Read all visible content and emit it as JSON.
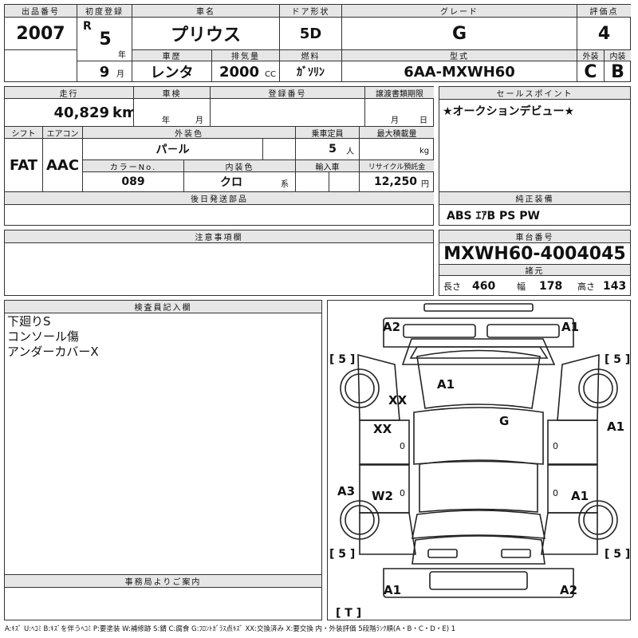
{
  "sheet": {
    "lot_label": "出品番号",
    "lot_value": "2007",
    "first_reg_label": "初度登録",
    "era": "R",
    "first_reg_year": "5",
    "year_unit": "年",
    "first_reg_month": "9",
    "month_unit": "月",
    "car_name_label": "車名",
    "car_name": "プリウス",
    "door_label": "ドア形状",
    "door": "5D",
    "grade_label": "グレード",
    "grade": "G",
    "rating_label": "評価点",
    "rating": "4",
    "exterior_label": "外装",
    "interior_label": "内装",
    "exterior": "C",
    "interior": "B",
    "history_label": "車歴",
    "history": "レンタ",
    "displacement_label": "排気量",
    "displacement": "2000",
    "displacement_unit": "CC",
    "fuel_label": "燃料",
    "fuel": "ｶﾞｿﾘﾝ",
    "model_label": "型式",
    "model": "6AA-MXWH60"
  },
  "row2": {
    "mileage_label": "走行",
    "mileage": "40,829",
    "mileage_unit": "km",
    "inspection_label": "車検",
    "inspection_year_unit": "年",
    "inspection_month_unit": "月",
    "reg_no_label": "登録番号",
    "transfer_doc_label": "譲渡書類期限",
    "transfer_month_unit": "月",
    "transfer_day_unit": "日",
    "selling_point_label": "セールスポイント",
    "selling_point": "★オークションデビュー★",
    "shift_label": "シフト",
    "shift": "FAT",
    "ac_label": "エアコン",
    "ac": "AAC",
    "ext_color_label": "外装色",
    "ext_color": "パ－ル",
    "capacity_label": "乗車定員",
    "capacity": "5",
    "capacity_unit": "人",
    "max_load_label": "最大積載量",
    "max_load_unit": "kg",
    "color_no_label": "カラーNo.",
    "color_no": "089",
    "int_color_label": "内装色",
    "int_color": "クロ",
    "int_color_unit": "系",
    "import_label": "輸入車",
    "recycle_label": "リサイクル預託金",
    "recycle": "12,250",
    "recycle_unit": "円",
    "later_parts_label": "後日発送部品",
    "equipment_label": "純正装備",
    "equipment": "ABS ｴｱB PS PW"
  },
  "caution": {
    "label": "注意事項欄"
  },
  "chassis": {
    "label": "車台番号",
    "value": "MXWH60-4004045",
    "specs_label": "諸元",
    "length_label": "長さ",
    "length": "460",
    "width_label": "幅",
    "width": "178",
    "height_label": "高さ",
    "height": "143"
  },
  "inspector": {
    "label": "検査員記入欄",
    "notes": [
      "下廻りS",
      "コンソール傷",
      "アンダーカバーX"
    ]
  },
  "office": {
    "label": "事務局よりご案内"
  },
  "diagram": {
    "codes": {
      "front_left": "A2",
      "front_right": "A1",
      "hood": "A1",
      "left_fender": "XX",
      "left_front_door": "XX",
      "roof": "G",
      "right_front_door": "A1",
      "left_quarter": "A3",
      "left_rear_door": "W2",
      "right_rear_door": "A1",
      "rear_left": "A1",
      "rear_right": "A2"
    },
    "tire_fl": "[ 5 ]",
    "tire_fr": "[ 5 ]",
    "tire_rl": "[ 5 ]",
    "tire_rr": "[ 5 ]",
    "spare": "[ T ]",
    "panel_zero": "0"
  },
  "legend": "A:ｷｽﾞ U:ﾍｺﾐ B:ｷｽﾞを伴うﾍｺﾐ P:要塗装 W:補修跡 S:錆 C:腐食 G:ﾌﾛﾝﾄｶﾞﾗｽ点ｷｽﾞ XX:交換済み X:要交換 内・外装評価 5段階ﾗﾝｸ順(A・B・C・D・E) 1"
}
